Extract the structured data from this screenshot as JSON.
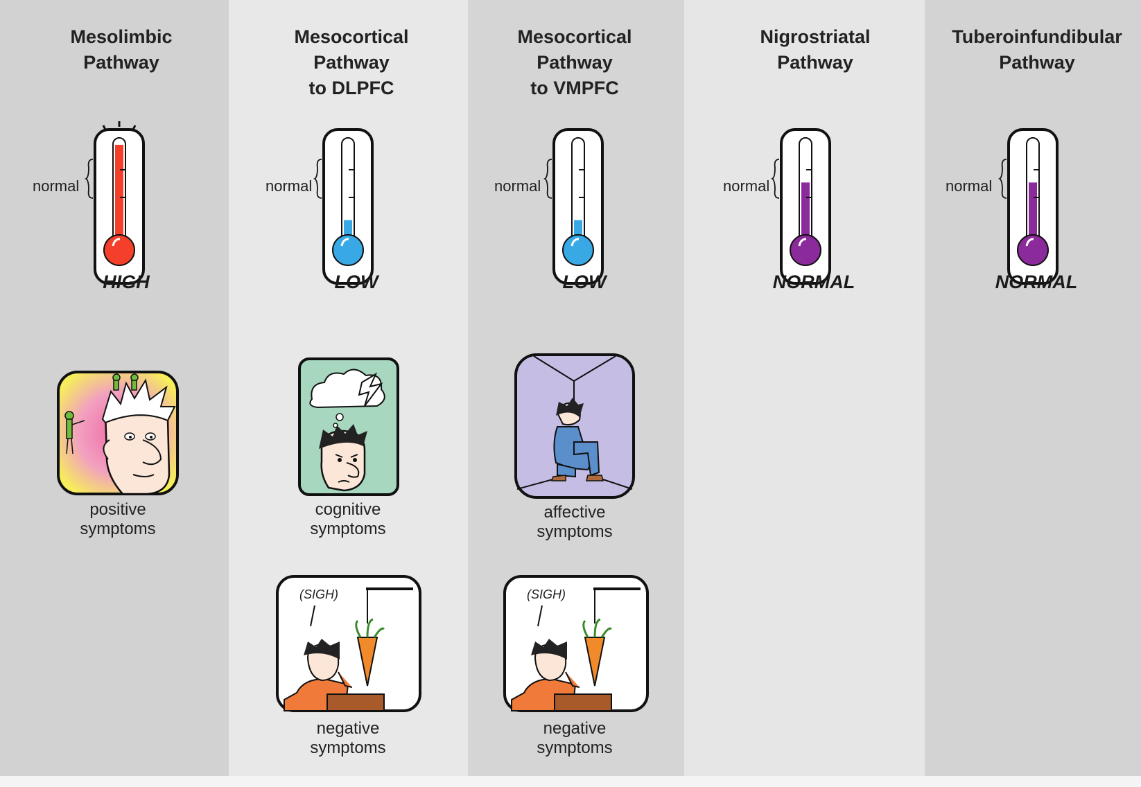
{
  "pathways": [
    {
      "title_line1": "Mesolimbic",
      "title_line2": "Pathway",
      "title_line3": "",
      "normal_label": "normal",
      "level": "HIGH",
      "fluid_color": "#f4402a",
      "fill_fraction": 1.0,
      "symptom1_line1": "positive",
      "symptom1_line2": "symptoms",
      "symptom2_line1": "",
      "symptom2_line2": ""
    },
    {
      "title_line1": "Mesocortical",
      "title_line2": "Pathway",
      "title_line3": "to DLPFC",
      "normal_label": "normal",
      "level": "LOW",
      "fluid_color": "#39a9e6",
      "fill_fraction": 0.2,
      "symptom1_line1": "cognitive",
      "symptom1_line2": "symptoms",
      "symptom2_line1": "negative",
      "symptom2_line2": "symptoms"
    },
    {
      "title_line1": "Mesocortical",
      "title_line2": "Pathway",
      "title_line3": "to VMPFC",
      "normal_label": "normal",
      "level": "LOW",
      "fluid_color": "#39a9e6",
      "fill_fraction": 0.2,
      "symptom1_line1": "affective",
      "symptom1_line2": "symptoms",
      "symptom2_line1": "negative",
      "symptom2_line2": "symptoms"
    },
    {
      "title_line1": "Nigrostriatal",
      "title_line2": "Pathway",
      "title_line3": "",
      "normal_label": "normal",
      "level": "NORMAL",
      "fluid_color": "#8b2a9b",
      "fill_fraction": 0.6,
      "symptom1_line1": "",
      "symptom1_line2": "",
      "symptom2_line1": "",
      "symptom2_line2": ""
    },
    {
      "title_line1": "Tuberoinfundibular",
      "title_line2": "Pathway",
      "title_line3": "",
      "normal_label": "normal",
      "level": "NORMAL",
      "fluid_color": "#8b2a9b",
      "fill_fraction": 0.6,
      "symptom1_line1": "",
      "symptom1_line2": "",
      "symptom2_line1": "",
      "symptom2_line2": ""
    }
  ],
  "sigh_text": "(SIGH)",
  "icons": {
    "positive": "hallucination-aliens-icon",
    "cognitive": "storm-cloud-thought-icon",
    "affective": "sad-person-corner-icon",
    "negative": "sighing-person-carrot-icon"
  }
}
